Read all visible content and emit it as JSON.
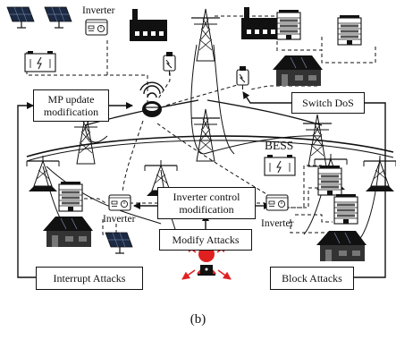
{
  "labels": {
    "inverter_top": "Inverter",
    "inverter_left": "Inverter",
    "inverter_right": "Inverter",
    "bess": "BESS"
  },
  "boxes": {
    "mp_update": "MP update modification",
    "switch_dos": "Switch DoS",
    "inverter_control": "Inverter control modification",
    "modify_attacks": "Modify Attacks",
    "interrupt_attacks": "Interrupt Attacks",
    "block_attacks": "Block Attacks"
  },
  "caption": "(b)",
  "colors": {
    "line": "#111111",
    "attacker": "#e02020",
    "panel": "#1c2a44",
    "factory": "#111111"
  },
  "icons": [
    "solar-panel-icon",
    "inverter-icon",
    "factory-icon",
    "transmission-tower-icon",
    "utility-pole-icon",
    "smart-meter-icon",
    "wifi-icon",
    "house-icon",
    "apartment-building-icon",
    "battery-storage-icon",
    "hacker-icon"
  ]
}
